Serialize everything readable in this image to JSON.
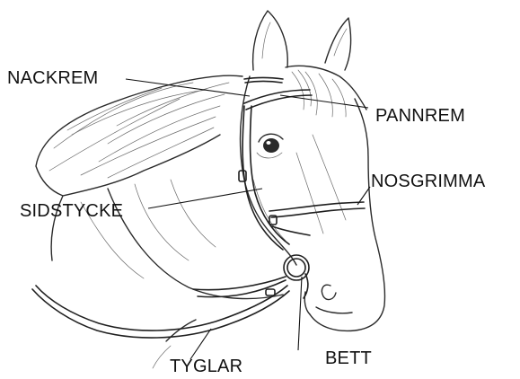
{
  "labels": {
    "nackrem": "NACKREM",
    "pannrem": "PANNREM",
    "sidstycke": "SIDSTYCKE",
    "nosgrimma": "NOSGRIMMA",
    "tyglar": "TYGLAR",
    "bett": "BETT"
  }
}
